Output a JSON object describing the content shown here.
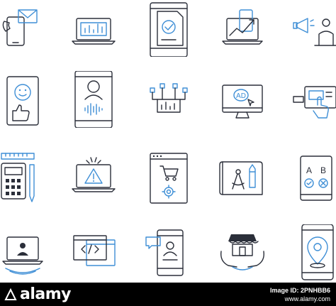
{
  "icons": [
    "phone-envelope-icon",
    "laptop-chart-icon",
    "document-check-phone-icon",
    "laptop-growth-icon",
    "megaphone-presenter-icon",
    "tablet-smiley-thumbs-up-icon",
    "phone-user-voice-icon",
    "network-chart-icon",
    "monitor-ad-icon",
    "hand-tapping-screen-icon",
    "calculator-ruler-pencil-icon",
    "laptop-warning-icon",
    "browser-cart-gear-icon",
    "blueprint-compass-pencil-icon",
    "tablet-ab-test-icon",
    "laptop-video-call-icon",
    "code-window-icon",
    "phone-profile-chat-icon",
    "hands-store-icon",
    "phone-location-pin-icon"
  ],
  "colors": {
    "line": "#2b2f3a",
    "accent": "#3f8fd6",
    "bar": "#000000"
  },
  "footer": {
    "brand": "alamy",
    "image_id": "Image ID: 2PNHBB6",
    "site": "www.alamy.com"
  }
}
